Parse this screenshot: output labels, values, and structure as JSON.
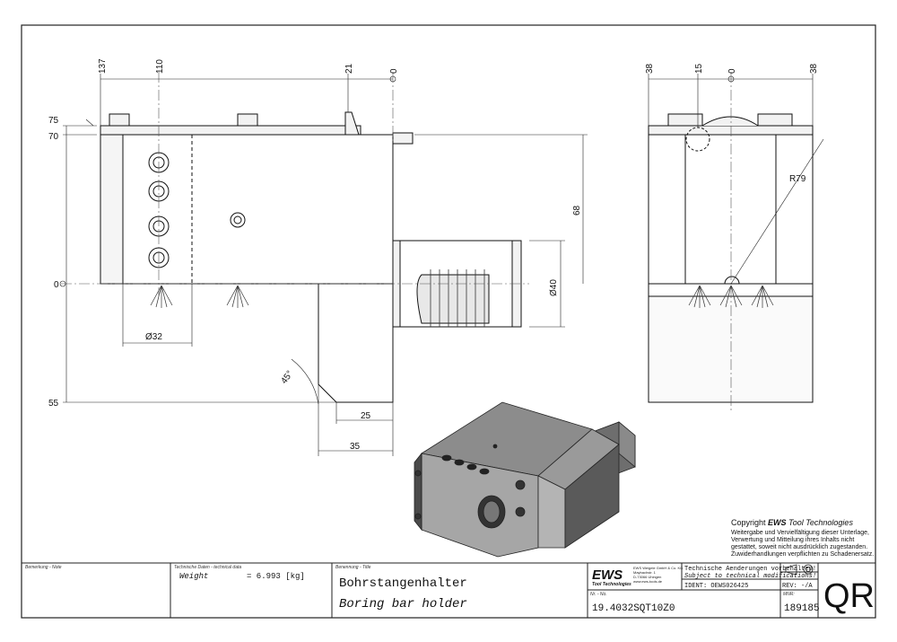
{
  "dimensions": {
    "front_top": [
      "137",
      "110",
      "21",
      "0"
    ],
    "front_left": [
      "75",
      "70",
      "0",
      "55"
    ],
    "front_right_68": "68",
    "front_dia40": "Ø40",
    "front_dia32": "Ø32",
    "front_angle": "45°",
    "front_25": "25",
    "front_35": "35",
    "side_top": [
      "38",
      "15",
      "0",
      "38"
    ],
    "side_radius": "R79"
  },
  "copyright": {
    "line1_prefix": "Copyright ",
    "line1_brand": "EWS",
    "line1_suffix": " Tool Technologies",
    "lines": [
      "Weitergabe und Vervielfältigung dieser Unterlage,",
      "Verwertung und Mitteilung ihres Inhalts nicht",
      "gestattet, soweit nicht ausdrücklich zugestanden.",
      "Zuwiderhandlungen verpflichten zu Schadenersatz."
    ]
  },
  "title_block": {
    "remark_label": "Bemerkung - Note",
    "techdata_label": "Technische Daten - technical data",
    "weight_label": "Weight",
    "weight_value": "= 6.993 [kg]",
    "title_label": "Benennung - Title",
    "title_de": "Bohrstangenhalter",
    "title_en": "Boring bar holder",
    "logo_text": "EWS",
    "logo_sub": "Tool Technologies",
    "company_lines": [
      "EWS Weigele GmbH & Co. KG",
      "Maybachstr. 1",
      "D-73066 Uhingen",
      "www.ews-tools.de"
    ],
    "nr_label": "Nr. - No.",
    "part_number": "19.4032SQT10Z0",
    "change_note_de": "Technische Aenderungen vorbehalten!",
    "change_note_en": "Subject to technical modifications!",
    "ident": "IDENT: OEWS026425",
    "rev": "REV: -/A",
    "mnr_label": "MNR:",
    "mnr": "189185",
    "qr": "QR"
  }
}
